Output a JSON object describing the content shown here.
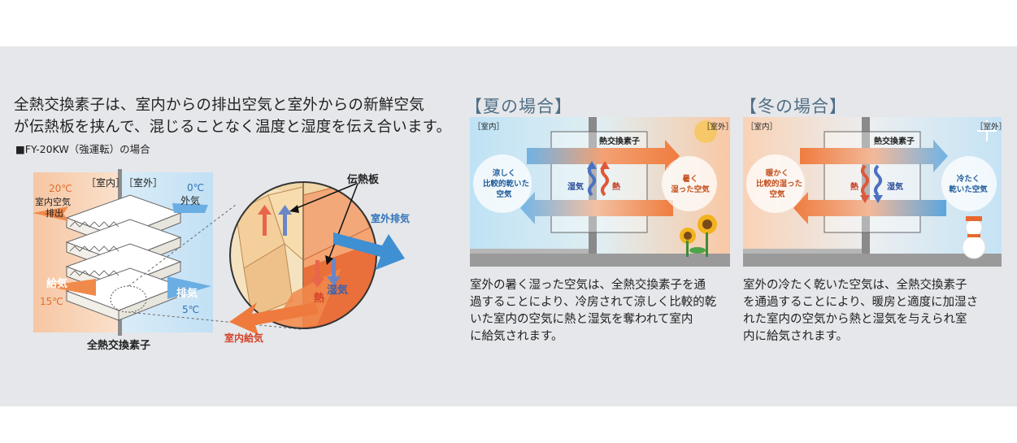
{
  "intro": {
    "line1": "全熱交換素子は、室内からの排出空気と室外からの新鮮空気",
    "line2": "が伝熱板を挟んで、混じることなく温度と湿度を伝え合います。",
    "model_note": "■FY-20KW（強運転）の場合"
  },
  "diagram": {
    "indoor": "［室内］",
    "outdoor": "［室外］",
    "temp_20": "20℃",
    "indoor_exhaust_1": "室内空気",
    "indoor_exhaust_2": "排出",
    "temp_0": "0℃",
    "outside_air": "外気",
    "supply": "給気",
    "temp_15": "15℃",
    "exhaust": "排気",
    "temp_5": "5℃",
    "element_label": "全熱交換素子",
    "heat_plate": "伝熱板",
    "outdoor_exhaust": "室外排気",
    "humidity": "湿気",
    "heat": "熱",
    "indoor_supply": "室内給気"
  },
  "summer": {
    "title": "【夏の場合】",
    "indoor": "［室内］",
    "outdoor": "［室外］",
    "element": "熱交換素子",
    "left_bubble_1": "涼しく",
    "left_bubble_2": "比較的乾いた",
    "left_bubble_3": "空気",
    "right_bubble_1": "暑く",
    "right_bubble_2": "湿った空気",
    "humidity": "湿気",
    "heat": "熱",
    "caption_1": "室外の暑く湿った空気は、全熱交換素子を通",
    "caption_2": "過することにより、冷房されて涼しく比較的乾",
    "caption_3": "いた室内の空気に熱と湿気を奪われて室内",
    "caption_4": "に給気されます。"
  },
  "winter": {
    "title": "【冬の場合】",
    "indoor": "［室内］",
    "outdoor": "［室外］",
    "element": "熱交換素子",
    "left_bubble_1": "暖かく",
    "left_bubble_2": "比較的湿った",
    "left_bubble_3": "空気",
    "right_bubble_1": "冷たく",
    "right_bubble_2": "乾いた空気",
    "humidity": "湿気",
    "heat": "熱",
    "caption_1": "室外の冷たく乾いた空気は、全熱交換素子",
    "caption_2": "を通過することにより、暖房と適度に加湿さ",
    "caption_3": "れた室内の空気から熱と湿気を与えられ室",
    "caption_4": "内に給気されます。"
  },
  "colors": {
    "panel_bg": "#e6e7ea",
    "warm": "#f08a4b",
    "cool": "#5ba3d9",
    "title_blue": "#4f6f86"
  }
}
